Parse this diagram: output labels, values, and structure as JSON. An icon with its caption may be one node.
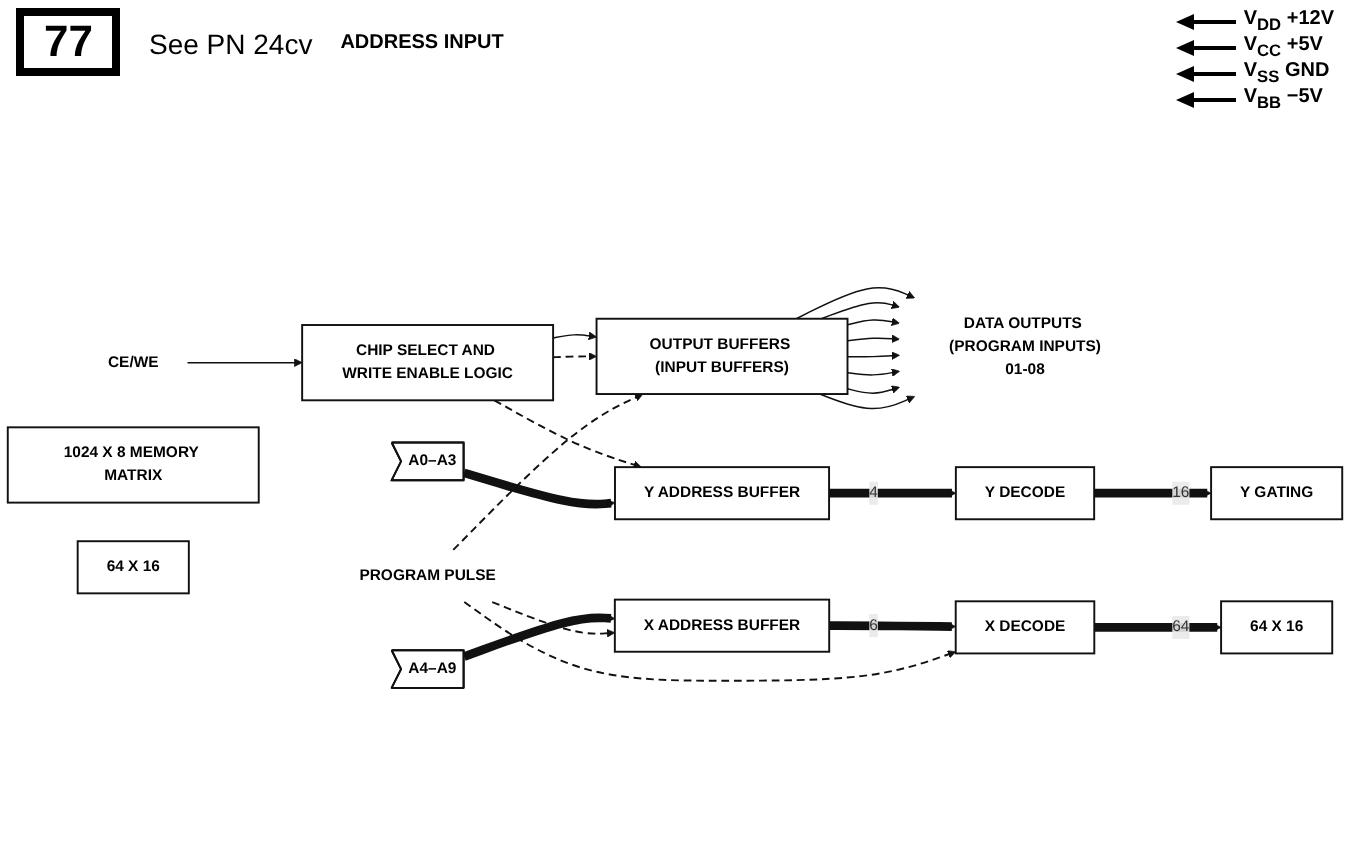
{
  "diagram": {
    "nodes": [
      {
        "text": [
          "CE/WE"
        ]
      },
      {
        "text": [
          "CHIP SELECT AND WRITE ENABLE LOGIC"
        ]
      },
      {
        "text": [
          "A0–A3"
        ]
      },
      {
        "text": [
          "A4–A9"
        ]
      },
      {
        "text": [
          "Y ADDRESS BUFFER"
        ]
      },
      {
        "text": [
          "X ADDRESS BUFFER"
        ]
      },
      {
        "text": [
          "Y DECODE"
        ]
      },
      {
        "text": [
          "X DECODE"
        ]
      },
      {
        "text": [
          "OUTPUT BUFFERS (INPUT BUFFERS)"
        ]
      },
      {
        "text": [
          "Y GATING"
        ]
      },
      {
        "text": [
          "64 X 16"
        ]
      },
      {
        "text": [
          "64 X 16"
        ]
      },
      {
        "text": [
          "1024 X 8 MEMORY MATRIX"
        ]
      },
      {
        "text": [
          "PROGRAM PULSE"
        ]
      },
      {
        "text": [
          "DATA OUTPUTS (PROGRAM INPUTS)",
          "01-08"
        ]
      }
    ],
    "edges": [
      {
        "from": 0,
        "to": 1,
        "arrow": "to"
      },
      {
        "from": 1,
        "to": 4,
        "arrow": "to",
        "style": "dashed"
      },
      {
        "from": 1,
        "to": 8,
        "arrow": "to"
      },
      {
        "from": 1,
        "to": 8,
        "arrow": "to",
        "style": "dashed"
      },
      {
        "from": 2,
        "to": 4,
        "arrow": "to",
        "style": "thick"
      },
      {
        "from": 3,
        "to": 5,
        "arrow": "to",
        "style": "thick"
      },
      {
        "from": 4,
        "to": 6,
        "arrow": "to",
        "style": "thick",
        "label": "4"
      },
      {
        "from": 5,
        "to": 7,
        "arrow": "to",
        "style": "thick",
        "label": "6"
      },
      {
        "from": 6,
        "to": 9,
        "arrow": "to",
        "style": "thick",
        "label": "16"
      },
      {
        "from": 7,
        "to": 10,
        "arrow": "to",
        "style": "thick",
        "label": "64"
      },
      {
        "from": 13,
        "to": 8,
        "arrow": "to",
        "style": "dashed"
      },
      {
        "from": 13,
        "to": 5,
        "arrow": "to",
        "style": "dashed"
      },
      {
        "from": 13,
        "to": 7,
        "arrow": "to",
        "style": "dashed"
      },
      {
        "from": 8,
        "to": 14,
        "arrow": "to"
      },
      {
        "from": 8,
        "to": 14,
        "arrow": "to"
      },
      {
        "from": 8,
        "to": 14,
        "arrow": "to"
      },
      {
        "from": 8,
        "to": 14,
        "arrow": "to"
      },
      {
        "from": 8,
        "to": 14,
        "arrow": "to"
      },
      {
        "from": 8,
        "to": 14,
        "arrow": "to"
      },
      {
        "from": 8,
        "to": 14,
        "arrow": "to"
      },
      {
        "from": 8,
        "to": 14,
        "arrow": "to"
      }
    ],
    "labels": [
      "77",
      "See PN 24cv",
      "V$_{DD}$ +12V",
      "V$_{CC}$ +5V",
      "V$_{SS}$ GND",
      "V$_{BB}$ −5V",
      "ADDRESS INPUT"
    ]
  }
}
